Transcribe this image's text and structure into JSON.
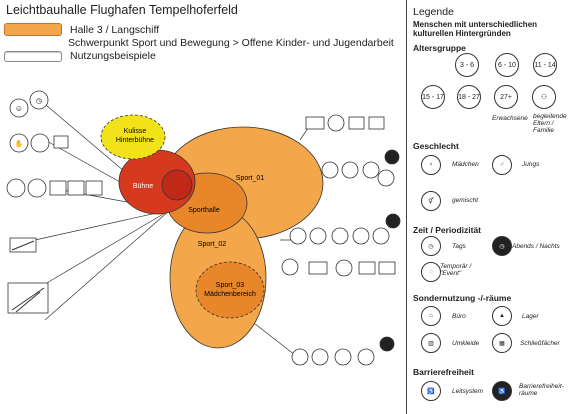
{
  "header": {
    "title": "Leichtbauhalle Flughafen Tempelhoferfeld",
    "row1": "Halle 3 / Langschiff",
    "row2": "Schwerpunkt Sport und Bewegung > Offene Kinder- und Jugendarbeit",
    "row3": "Nutzungsbeispiele"
  },
  "colors": {
    "orange": "#f3a64a",
    "dark_orange": "#e8862a",
    "red": "#d63a1e",
    "yellow": "#f2e21a"
  },
  "diagram": {
    "zones": {
      "kulisse": "Kulisse\nHinterbühne",
      "buehne": "Bühne",
      "sporthalle": "Sporthalle",
      "sport01": "Sport_01",
      "sport02": "Sport_02",
      "sport03": "Sport_03\nMädchenbereich"
    }
  },
  "legend": {
    "title": "Legende",
    "subtitle": "Menschen mit unterschiedlichen kulturellen Hintergründen",
    "age_heading": "Altersgruppe",
    "ages": [
      "3 - 6",
      "6 - 10",
      "11 - 14",
      "15 - 17",
      "18 - 27",
      "27+"
    ],
    "erwachsene": "Erwachsene",
    "begleitende": "begleitende\nEltern /\nFamilie",
    "gender_heading": "Geschlecht",
    "maedchen": "Mädchen",
    "jungs": "Jungs",
    "gemischt": "gemischt",
    "time_heading": "Zeit / Periodizität",
    "tags": "Tags",
    "abends": "Abends / Nachts",
    "temporaer": "Temporär /\n\"Event\"",
    "special_heading": "Sondernutzung -/-räume",
    "buero": "Büro",
    "lager": "Lager",
    "umkleide": "Umkleide",
    "schliess": "Schließfächer",
    "barrier_heading": "Barrierefreiheit",
    "leitsystem": "Leitsystem",
    "barrierefrei": "Barrierefreiheit-\nräume"
  }
}
